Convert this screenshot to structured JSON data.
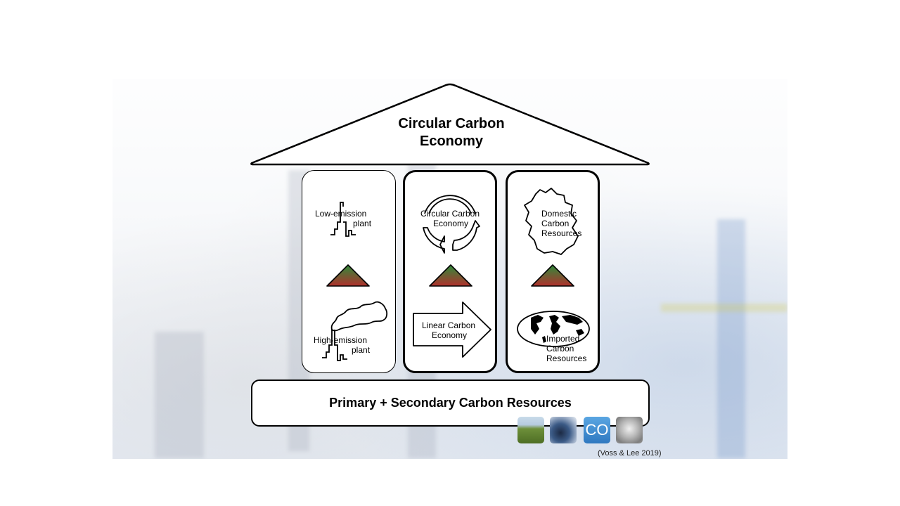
{
  "roof": {
    "title_line1": "Circular Carbon",
    "title_line2": "Economy"
  },
  "pillars": [
    {
      "top_label_line1": "Low-emission",
      "top_label_line2": "plant",
      "bottom_label_line1": "High-emission",
      "bottom_label_line2": "plant",
      "top_icon": "low-emission-plant-icon",
      "bottom_icon": "high-emission-plant-icon"
    },
    {
      "top_label_line1": "Circular Carbon",
      "top_label_line2": "Economy",
      "bottom_label_line1": "Linear Carbon",
      "bottom_label_line2": "Economy",
      "top_icon": "circular-arrows-icon",
      "bottom_icon": "right-arrow-icon"
    },
    {
      "top_label_line1": "Domestic",
      "top_label_line2": "Carbon",
      "top_label_line3": "Resources",
      "bottom_label_line1": "Imported",
      "bottom_label_line2": "Carbon",
      "bottom_label_line3": "Resources",
      "top_icon": "germany-map-icon",
      "bottom_icon": "world-map-icon"
    }
  ],
  "base": {
    "label": "Primary + Secondary Carbon Resources"
  },
  "thumbnails": [
    {
      "icon": "grassland-photo-icon"
    },
    {
      "icon": "coal-photo-icon"
    },
    {
      "icon": "co2-photo-icon",
      "text": "CO"
    },
    {
      "icon": "waste-photo-icon"
    }
  ],
  "citation": "(Voss & Lee 2019)",
  "colors": {
    "triangle_top": "#2e8b3a",
    "triangle_bottom": "#b0302c",
    "outline": "#000000"
  }
}
